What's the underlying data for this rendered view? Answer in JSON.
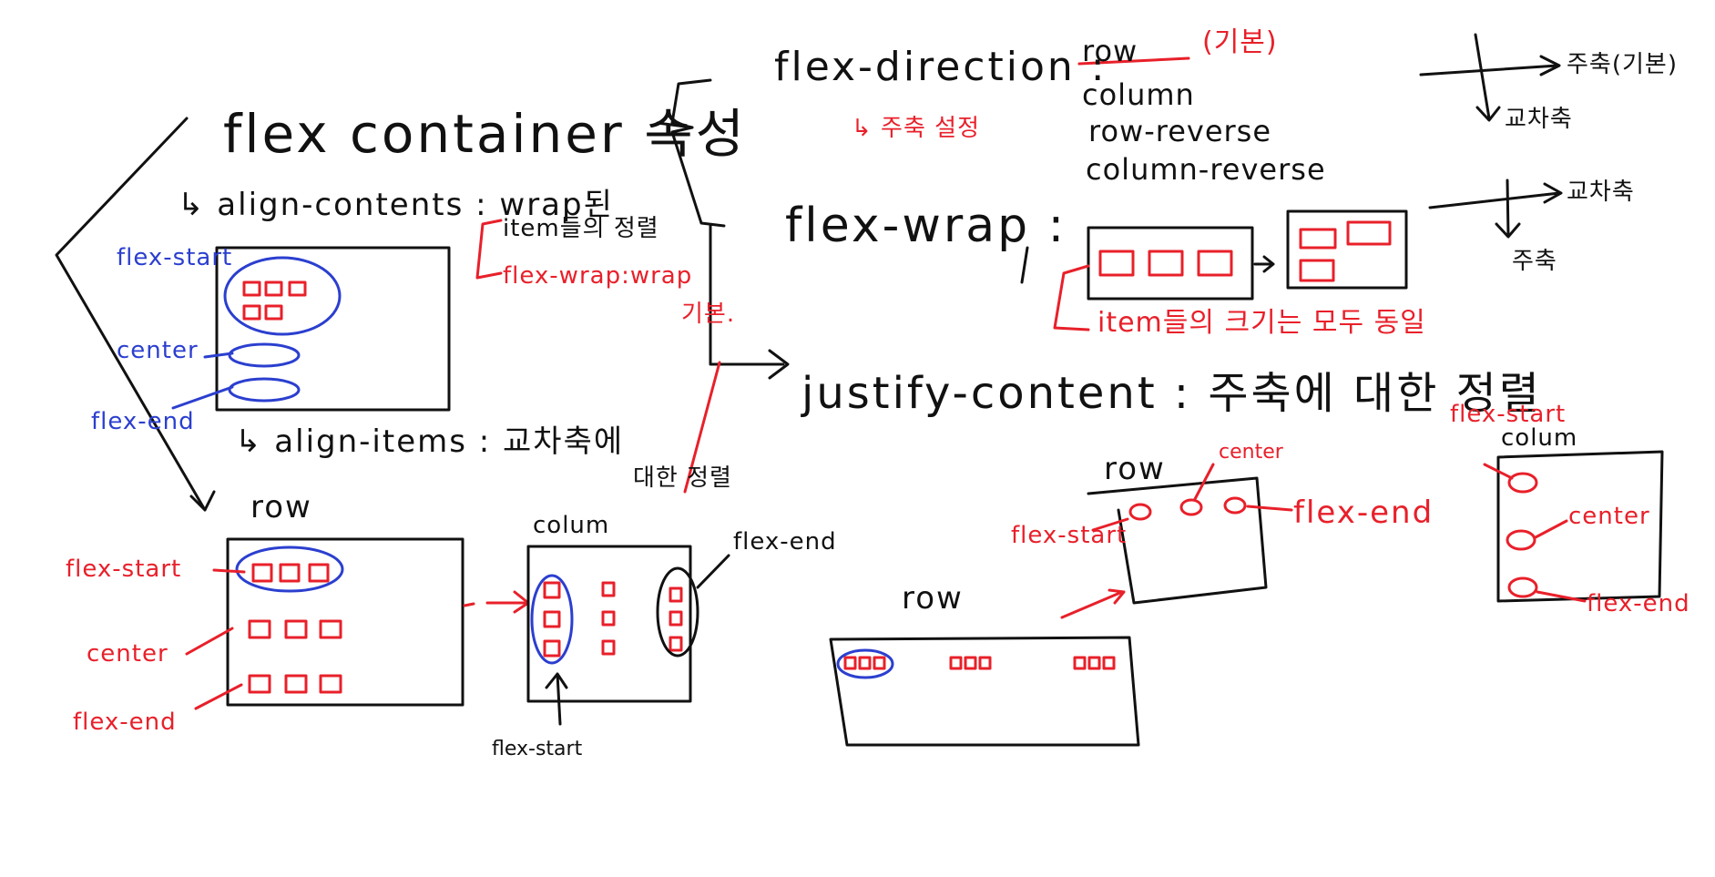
{
  "colors": {
    "ink": "#111111",
    "red": "#e8202a",
    "blue": "#2b3fcf"
  },
  "container": {
    "title": "flex container 속성"
  },
  "align_contents": {
    "label": "↳ align-contents : wrap된",
    "note_red_1": "item들의 정렬",
    "note_red_2": "flex-wrap:wrap",
    "note_red_3": "기본.",
    "flex_start": "flex-start",
    "center": "center",
    "flex_end": "flex-end"
  },
  "align_items": {
    "label": "↳ align-items : 교차축에",
    "label_2": "대한 정렬",
    "row": "row",
    "column": "colum",
    "flex_start": "flex-start",
    "center": "center",
    "flex_end": "flex-end",
    "col_flex_end": "flex-end",
    "col_flex_start": "flex-start"
  },
  "flex_direction": {
    "label": "flex-direction :",
    "options": [
      "row",
      "column",
      "row-reverse",
      "column-reverse"
    ],
    "default_note": "(기본)",
    "main_axis_note": "↳ 주축 설정"
  },
  "axes_top": {
    "main": "주축(기본)",
    "cross": "교차축"
  },
  "flex_wrap": {
    "label": "flex-wrap :",
    "note": "item들의 크기는 모두 동일"
  },
  "axes_mid": {
    "cross": "교차축",
    "main": "주축"
  },
  "justify_content": {
    "label": "justify-content : 주축에 대한 정렬",
    "row_top": "row",
    "center": "center",
    "flex_start": "flex-start",
    "flex_end": "flex-end",
    "row_bottom": "row",
    "column": "colum",
    "col_flex_start": "flex-start",
    "col_center": "center",
    "col_flex_end": "flex-end"
  }
}
